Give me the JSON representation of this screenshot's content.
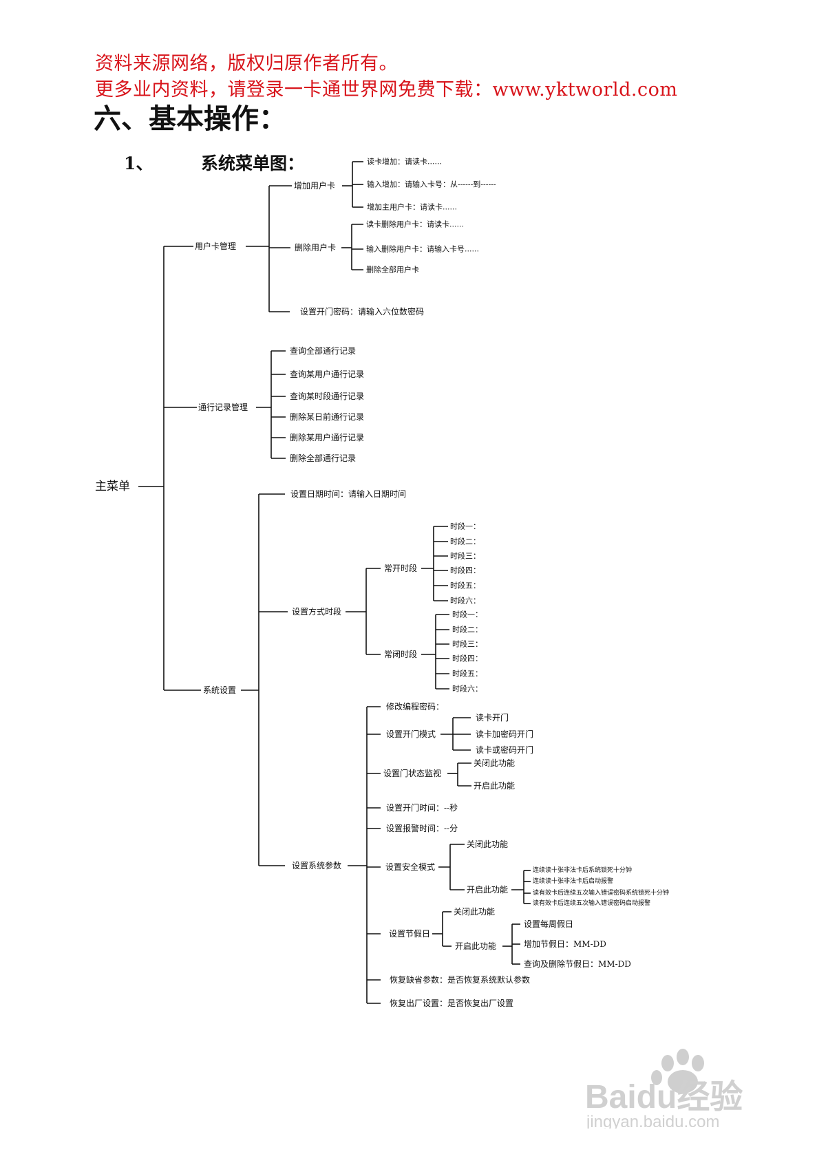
{
  "header": {
    "line1": "资料来源网络，版权归原作者所有。",
    "line2": "更多业内资料，请登录一卡通世界网免费下载：www.yktworld.com",
    "color": "#d8141b"
  },
  "section": {
    "title": "六、基本操作：",
    "number": "1、",
    "subtitle": "系统菜单图："
  },
  "tree": {
    "root": "主菜单",
    "user_mgmt": {
      "label": "用户卡管理",
      "add": {
        "label": "增加用户卡",
        "items": [
          "读卡增加：请读卡......",
          "输入增加：请输入卡号：从------到------",
          "增加主用户卡：请读卡......"
        ]
      },
      "del": {
        "label": "删除用户卡",
        "items": [
          "读卡删除用户卡：请读卡......",
          "输入删除用户卡：请输入卡号......",
          "删除全部用户卡"
        ]
      },
      "pwd": "设置开门密码：请输入六位数密码"
    },
    "records": {
      "label": "通行记录管理",
      "items": [
        "查询全部通行记录",
        "查询某用户通行记录",
        "查询某时段通行记录",
        "删除某日前通行记录",
        "删除某用户通行记录",
        "删除全部通行记录"
      ]
    },
    "system": {
      "label": "系统设置",
      "datetime": "设置日期时间：请输入日期时间",
      "mode_period": {
        "label": "设置方式时段",
        "open": {
          "label": "常开时段",
          "items": [
            "时段一：",
            "时段二：",
            "时段三：",
            "时段四：",
            "时段五：",
            "时段六："
          ]
        },
        "close": {
          "label": "常闭时段",
          "items": [
            "时段一：",
            "时段二：",
            "时段三：",
            "时段四：",
            "时段五：",
            "时段六："
          ]
        }
      },
      "params": {
        "label": "设置系统参数",
        "edit_pwd": "修改编程密码：",
        "open_mode": {
          "label": "设置开门模式",
          "items": [
            "读卡开门",
            "读卡加密码开门",
            "读卡或密码开门"
          ]
        },
        "door_monitor": {
          "label": "设置门状态监视",
          "items": [
            "关闭此功能",
            "开启此功能"
          ]
        },
        "open_time": "设置开门时间：--秒",
        "alarm_time": "设置报警时间：--分",
        "security": {
          "label": "设置安全模式",
          "off": "关闭此功能",
          "on": "开启此功能",
          "on_items": [
            "连续读十张非法卡后系统锁死十分钟",
            "连续读十张非法卡后启动报警",
            "读有效卡后连续五次输入错误密码系统锁死十分钟",
            "读有效卡后连续五次输入错误密码启动报警"
          ]
        },
        "holiday": {
          "label": "设置节假日",
          "off": "关闭此功能",
          "on": "开启此功能",
          "on_items": [
            "设置每周假日",
            "增加节假日：MM-DD",
            "查询及删除节假日：MM-DD"
          ]
        },
        "restore_default": "恢复缺省参数：是否恢复系统默认参数",
        "restore_factory": "恢复出厂设置：是否恢复出厂设置"
      }
    }
  },
  "watermark": {
    "logo_text": "Baidu经验",
    "url": "jingyan.baidu.com"
  }
}
